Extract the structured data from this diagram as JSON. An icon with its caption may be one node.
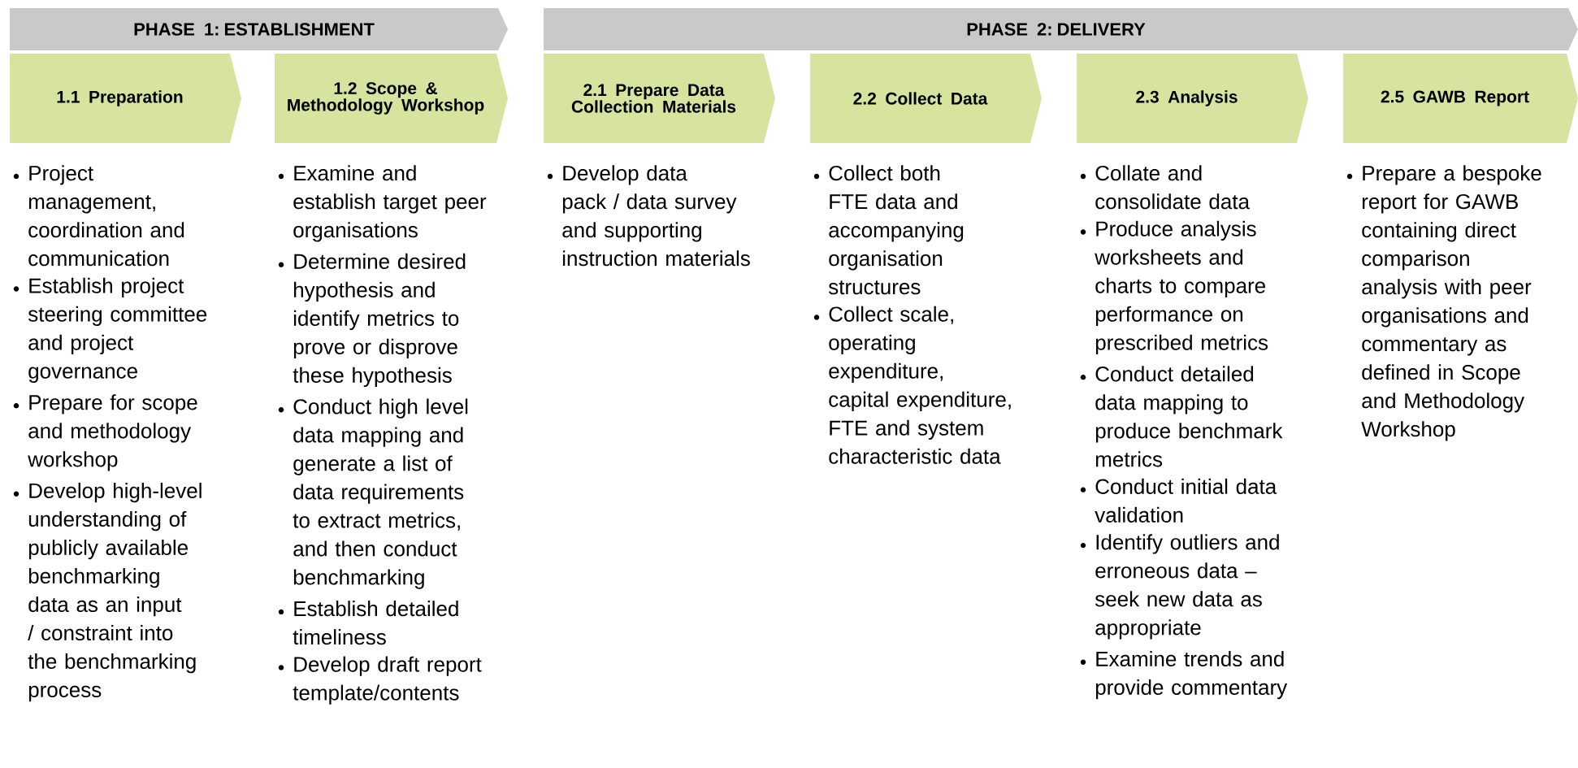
{
  "diagram": {
    "nodes": [
      {
        "text": [
          "PHASE 1: ESTABLISHMENT"
        ]
      },
      {
        "text": [
          "PHASE 2: DELIVERY"
        ]
      },
      {
        "text": [
          "1.1 Preparation"
        ],
        "beside": [
          "Project management, coordination and communication",
          "Establish project steering committee and project governance",
          "Prepare for scope and methodology workshop",
          "Develop high-level understanding of publicly available benchmarking data as an input / constraint into the benchmarking process"
        ]
      },
      {
        "text": [
          "1.2 Scope & Methodology Workshop"
        ],
        "beside": [
          "Examine and establish target peer organisations",
          "Determine desired hypothesis and identify metrics to prove or disprove these hypothesis",
          "Conduct high level data mapping and generate a list of data requirements to extract metrics, and then conduct benchmarking",
          "Establish detailed timeliness",
          "Develop draft report template/contents"
        ]
      },
      {
        "text": [
          "2.1 Prepare Data Collection Materials"
        ],
        "beside": [
          "Develop data pack / data survey and supporting instruction materials"
        ]
      },
      {
        "text": [
          "2.2 Collect Data"
        ],
        "beside": [
          "Collect both FTE data and accompanying organisation structures",
          "Collect scale, operating expenditure, capital expenditure, FTE and system characteristic data"
        ]
      },
      {
        "text": [
          "2.3 Analysis"
        ],
        "beside": [
          "Collate and consolidate data",
          "Produce  analysis worksheets and charts to compare performance on prescribed metrics",
          "Conduct detailed data mapping to produce benchmark metrics",
          "Conduct initial data validation",
          "Identify outliers and erroneous data – seek new data as appropriate",
          "Examine trends and provide commentary"
        ]
      },
      {
        "text": [
          "2.5 GAWB Report"
        ],
        "beside": [
          "Prepare a bespoke report for GAWB containing direct comparison analysis with peer organisations  and commentary as defined in Scope and Methodology Workshop"
        ]
      }
    ]
  }
}
